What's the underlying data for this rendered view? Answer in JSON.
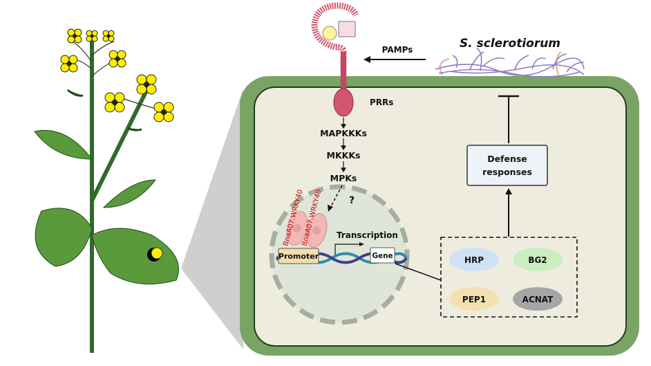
{
  "pathogen": {
    "name": "S. sclerotiorum",
    "signal": "PAMPs"
  },
  "receptor": {
    "label": "PRRs"
  },
  "cascade": [
    "MAPKKKs",
    "MKKKs",
    "MPKs"
  ],
  "unknown_link": "?",
  "nucleus": {
    "tf_labels": [
      "BnaA07.WRKY40",
      "BnaA07.WRKY40"
    ],
    "promoter": "Promoter",
    "transcription": "Transcription",
    "gene": "Gene"
  },
  "defense": {
    "label_line1": "Defense",
    "label_line2": "responses"
  },
  "genes": [
    {
      "label": "HRP",
      "color": "#cfe2f3"
    },
    {
      "label": "BG2",
      "color": "#c9eec0"
    },
    {
      "label": "PEP1",
      "color": "#f2e0b2"
    },
    {
      "label": "ACNAT",
      "color": "#a6a6a6"
    }
  ],
  "colors": {
    "cell_wall": "#7aa465",
    "cytoplasm": "#eeecdf",
    "receptor": "#d4566e",
    "tf": "#f2b8b8",
    "tf_text": "#d40000",
    "hyphae": "#8a7cc0",
    "flower": "#ffee00"
  }
}
